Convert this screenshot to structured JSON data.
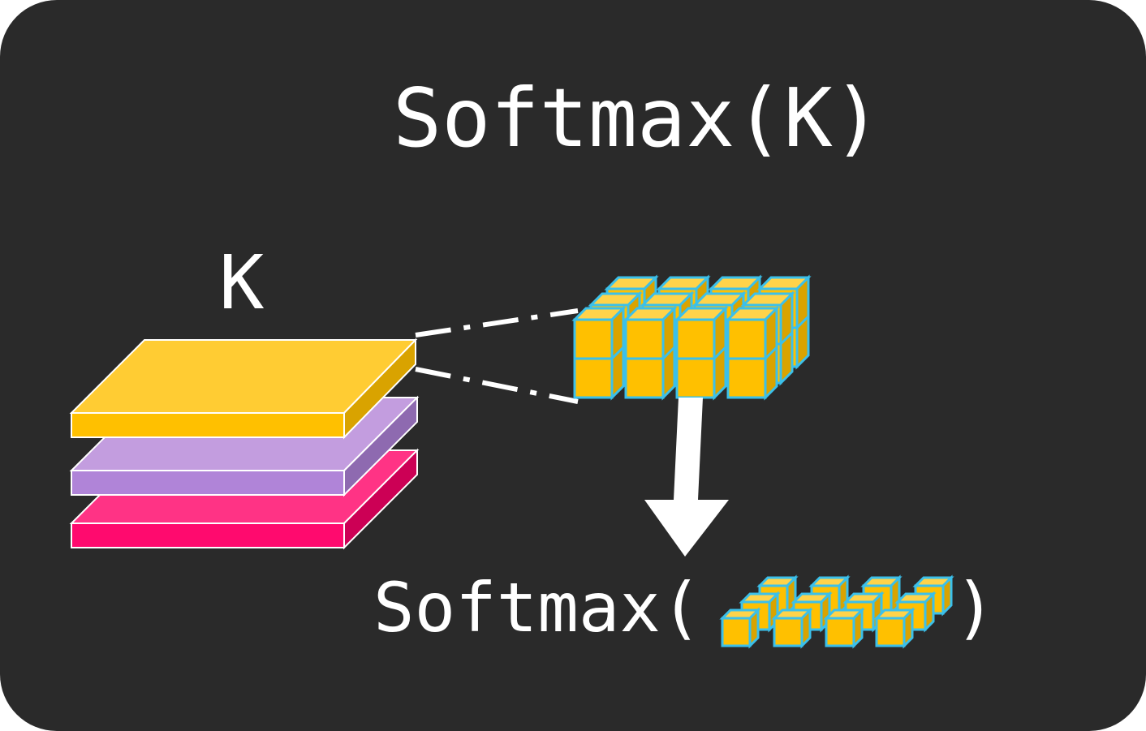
{
  "title": "Softmax(K)",
  "k_label": "K",
  "bottom_expr": {
    "prefix": "Softmax(",
    "suffix": ")"
  },
  "colors": {
    "background": "#2a2a2a",
    "yellow": "#ffc000",
    "purple": "#b084d8",
    "pink": "#ff0a6e",
    "cube_stroke": "#3bc0ea",
    "connector": "#ffffff"
  },
  "layers": [
    {
      "name": "yellow-layer",
      "color": "#ffc000"
    },
    {
      "name": "purple-layer",
      "color": "#b084d8"
    },
    {
      "name": "pink-layer",
      "color": "#ff0a6e"
    }
  ],
  "icons": [
    "tensor-layers-icon",
    "cube-tensor-icon",
    "down-arrow-icon",
    "flat-cube-row-icon"
  ]
}
